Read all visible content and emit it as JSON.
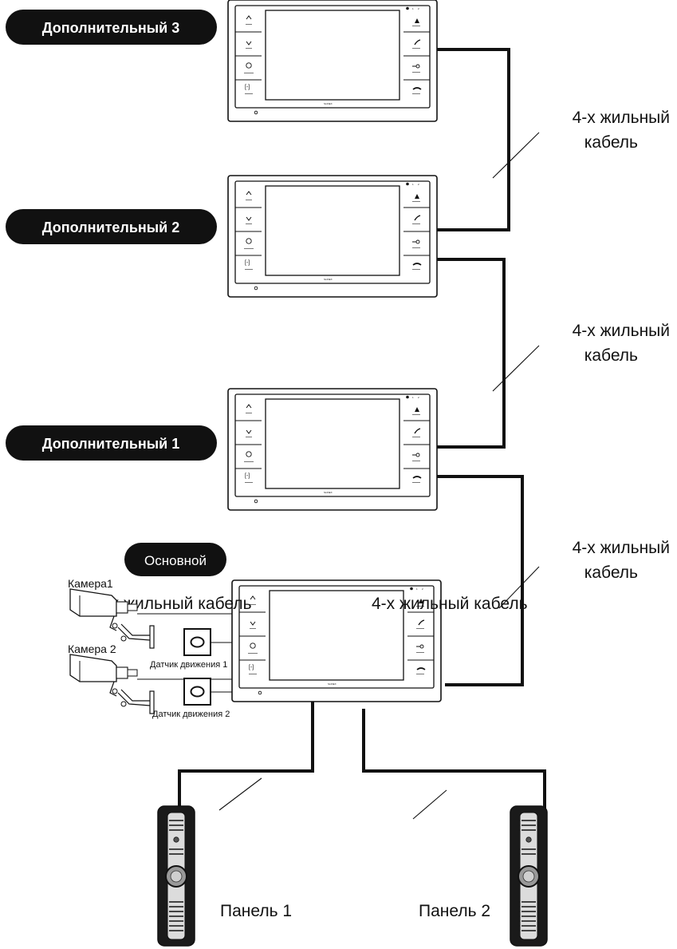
{
  "labels": {
    "dop3": "Дополнительный 3",
    "dop2": "Дополнительный 2",
    "dop1": "Дополнительный 1",
    "main": "Основной",
    "cable_a1": "4-х жильный",
    "cable_a2": "кабель",
    "cable_b1": "4-х жильный",
    "cable_b2": "кабель",
    "cable_c1": "4-х жильный",
    "cable_c2": "кабель",
    "cable_left": "4-х жильный кабель",
    "cable_right": "4-х жильный кабель",
    "cam1": "Камера1",
    "cam2": "Камера 2",
    "sensor1": "Датчик движения 1",
    "sensor2": "Датчик движения 2",
    "panel1": "Панель 1",
    "panel2": "Панель 2"
  },
  "monitor": {
    "brand": "SLINEX",
    "indicator_1": "1",
    "indicator_2": "2"
  },
  "colors": {
    "pill": "#111111",
    "line": "#111111",
    "panel_body": "#1a1a1a"
  },
  "icons": [
    "up-arrow-icon",
    "down-arrow-icon",
    "settings-icon",
    "bracket-icon",
    "bell-icon",
    "handset-icon",
    "key-icon",
    "hangup-icon",
    "camera-icon",
    "motion-sensor-icon",
    "door-panel-icon"
  ]
}
